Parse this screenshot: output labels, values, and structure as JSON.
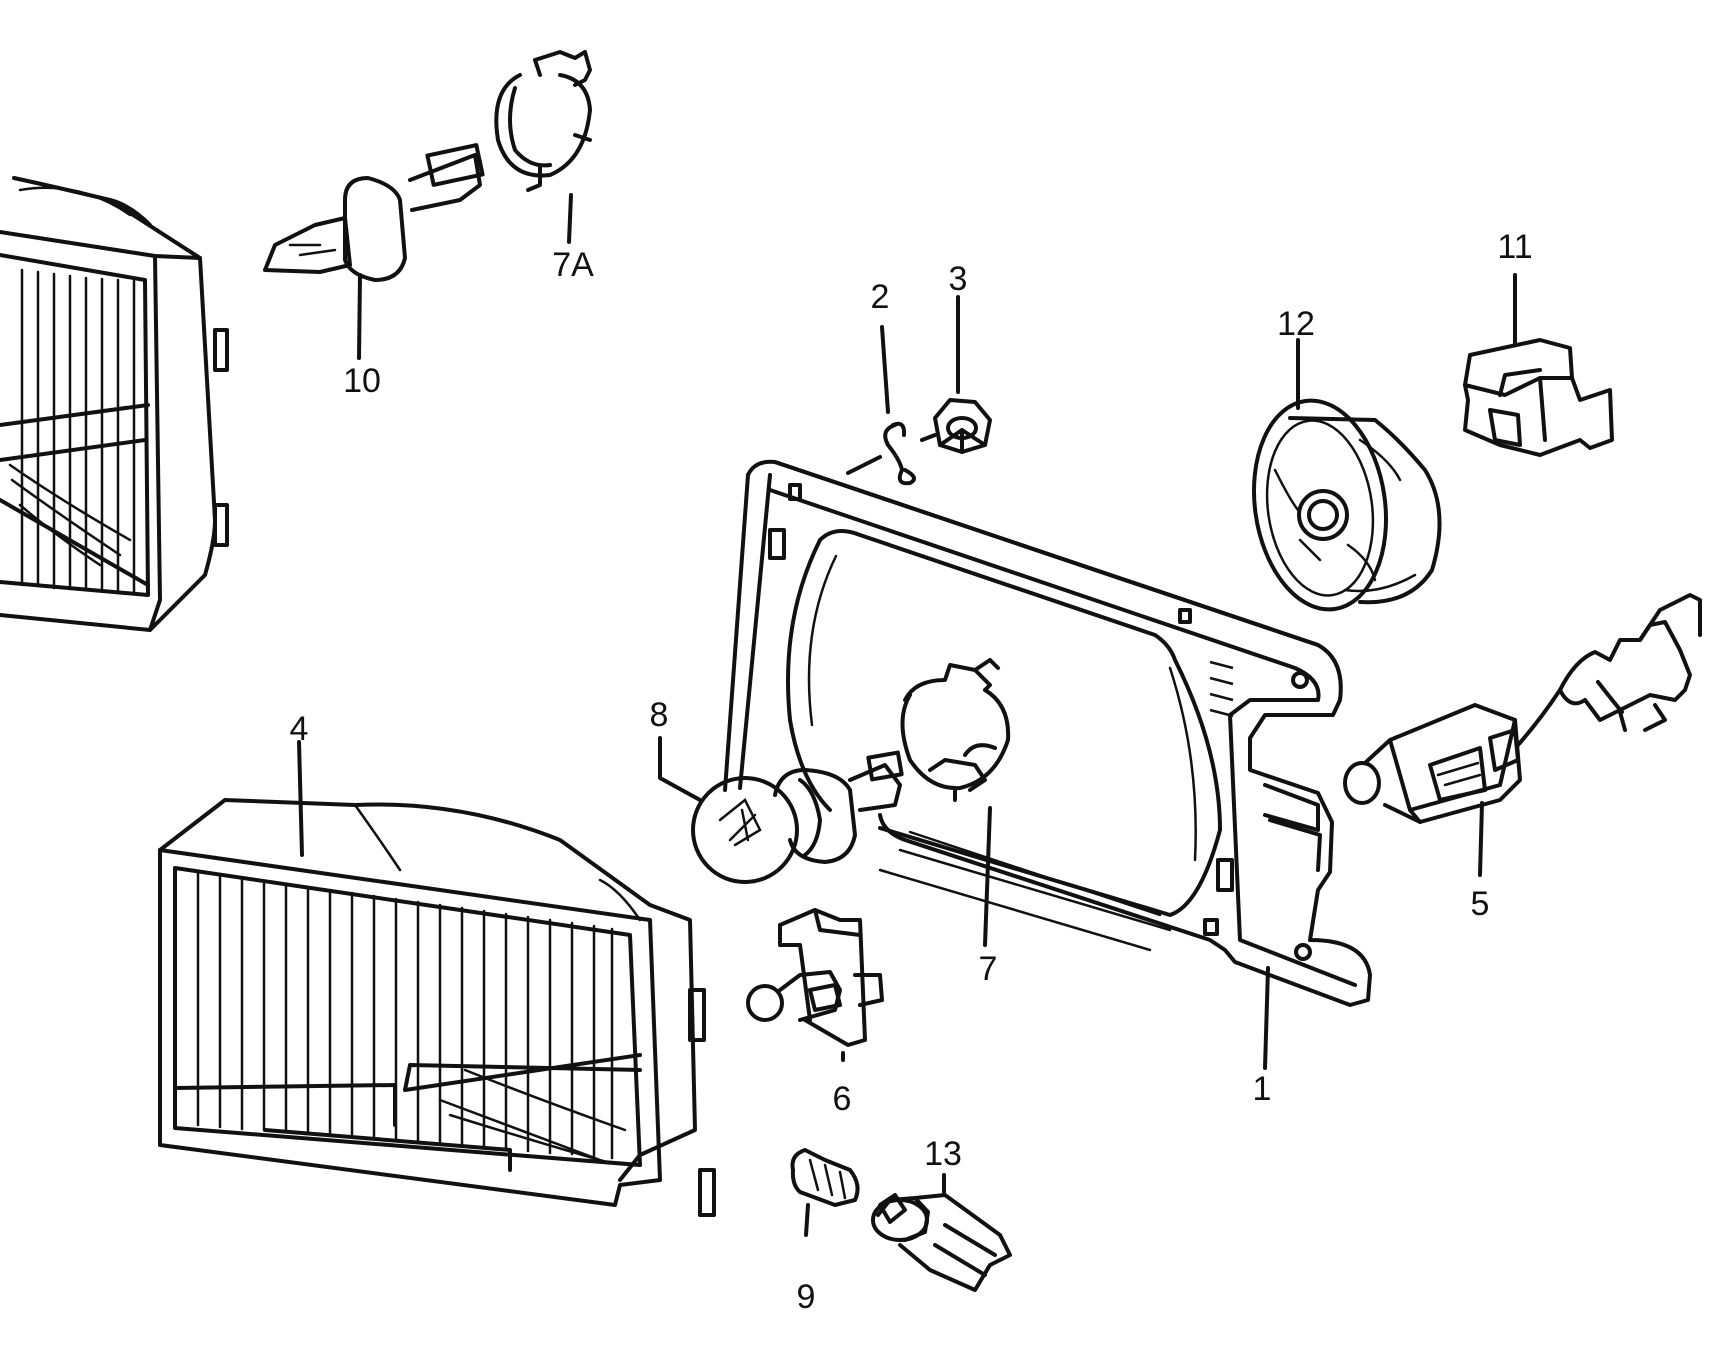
{
  "callouts": {
    "c1": "1",
    "c2": "2",
    "c3": "3",
    "c4": "4",
    "c5": "5",
    "c6": "6",
    "c7": "7",
    "c7a": "7A",
    "c8": "8",
    "c9": "9",
    "c10": "10",
    "c11": "11",
    "c12": "12",
    "c13": "13"
  }
}
